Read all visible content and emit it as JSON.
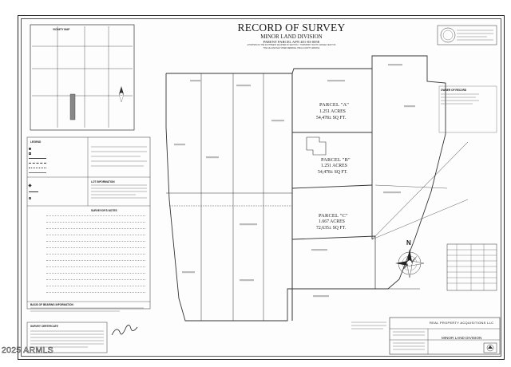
{
  "header": {
    "title": "RECORD OF SURVEY",
    "subtitle": "MINOR LAND DIVISION",
    "parent_parcel": "PARENT PARCEL APN 401-83-005E",
    "legal_line_1": "A PORTION OF THE SOUTHWEST QUARTER OF SECTION 7, TOWNSHIP 5 SOUTH, RANGE 9 EAST OF",
    "legal_line_2": "THE GILA AND SALT RIVER MERIDIAN, PINAL COUNTY, ARIZONA"
  },
  "parcels": [
    {
      "name": "PARCEL \"A\"",
      "acres": "1.251 ACRES",
      "sqft": "54,478± SQ FT."
    },
    {
      "name": "PARCEL \"B\"",
      "acres": "1.251 ACRES",
      "sqft": "54,478± SQ FT."
    },
    {
      "name": "PARCEL \"C\"",
      "acres": "1.667 ACRES",
      "sqft": "72,635± SQ FT."
    }
  ],
  "panels": {
    "vicinity": "VICINITY MAP",
    "legend": "LEGEND",
    "lot_info": "LOT INFORMATION",
    "notes": "SURVEYOR'S NOTES",
    "basis": "BASIS OF BEARING INFORMATION",
    "certificate": "SURVEY CERTIFICATE",
    "owner": "OWNER OF RECORD"
  },
  "north_arrow": {
    "letter": "N"
  },
  "company": "REAL PROPERTY ACQUISITIONS LLC",
  "title_block": "MINOR LAND DIVISION",
  "watermark": "2025 ARMLS",
  "colors": {
    "line": "#333333",
    "paper": "#fdfdfd",
    "text": "#1a1a1a"
  }
}
